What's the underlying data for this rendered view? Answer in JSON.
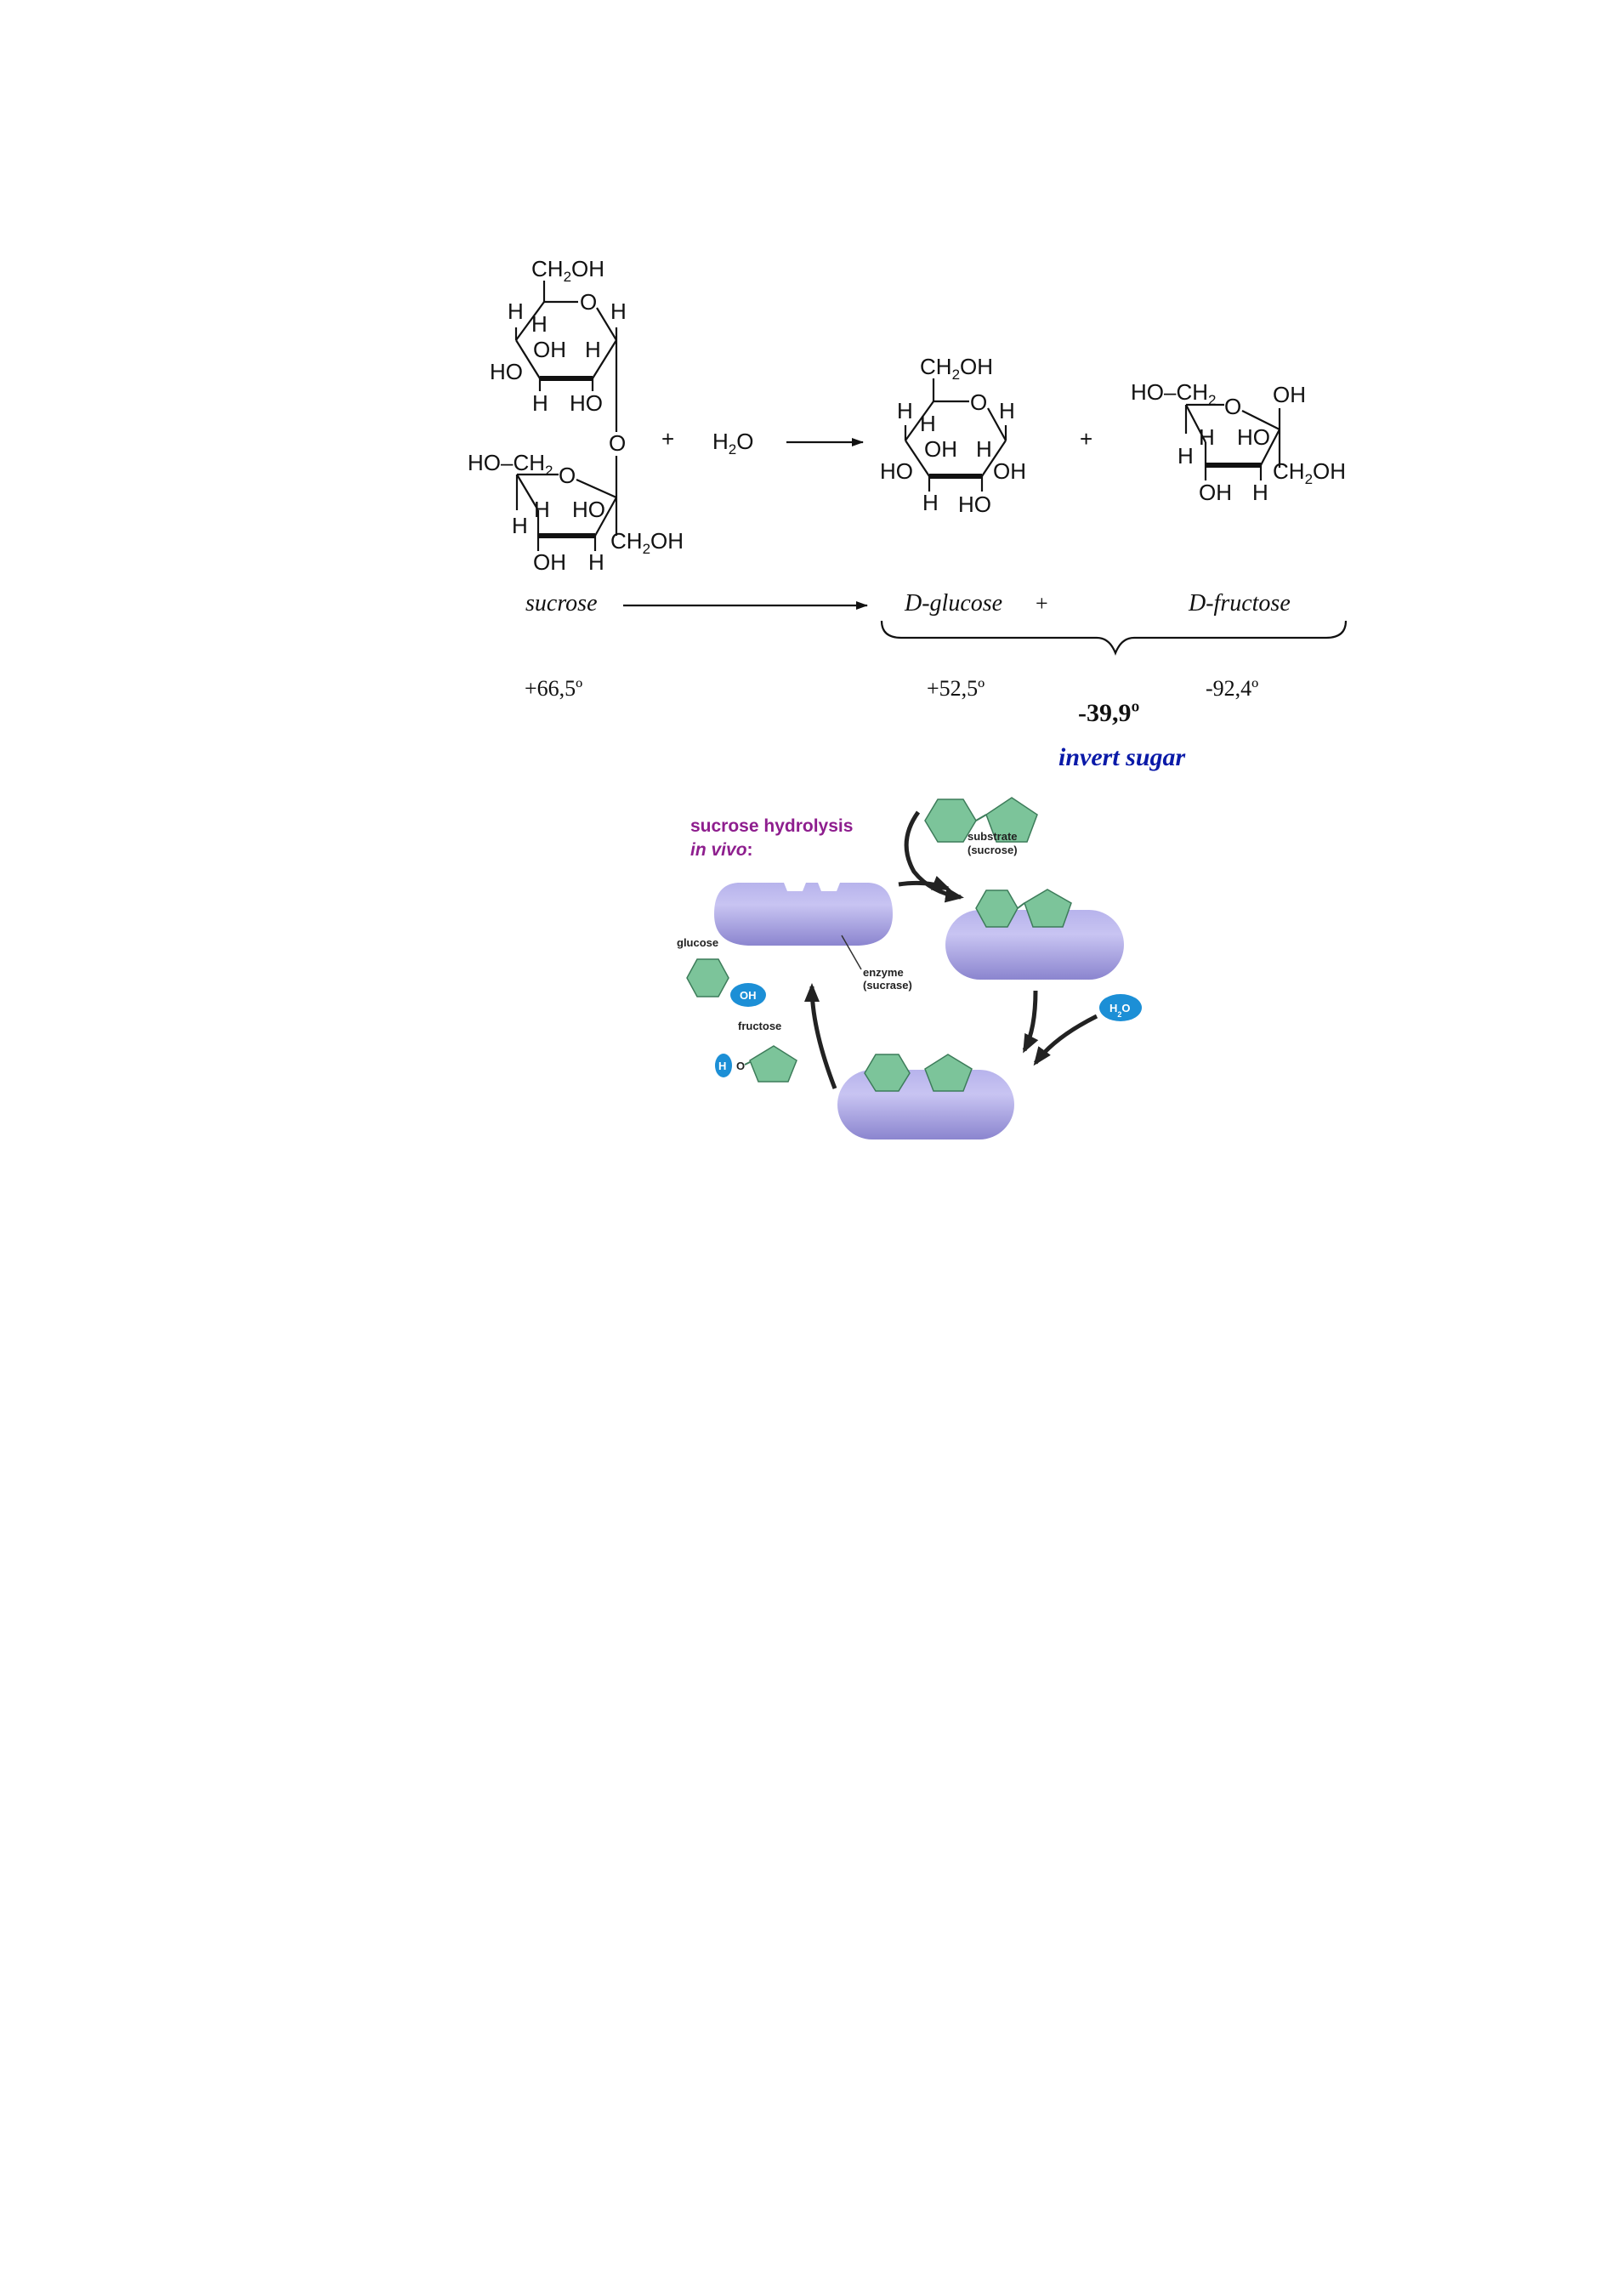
{
  "reaction": {
    "plus_1": "+",
    "water": "H2O",
    "plus_2": "+",
    "plus_3": "+"
  },
  "sucrose": {
    "glucose_ring": {
      "top_group": "CH2OH",
      "ring_o": "O",
      "h_left": "H",
      "h_inner": "H",
      "h_right": "H",
      "oh_inner": "OH",
      "h_mid": "H",
      "ho_left": "HO",
      "h_bottom": "H",
      "ho_bottom": "HO"
    },
    "bridge_o": "O",
    "fructose_ring": {
      "left_group": "HO–CH2",
      "ring_o": "O",
      "h_inner": "H",
      "ho_inner": "HO",
      "h_left": "H",
      "oh_bottom": "OH",
      "h_bottom": "H",
      "ch2oh": "CH2OH"
    }
  },
  "glucose": {
    "top_group": "CH2OH",
    "ring_o": "O",
    "h_left": "H",
    "h_inner": "H",
    "h_right": "H",
    "oh_inner": "OH",
    "h_mid": "H",
    "ho_left": "HO",
    "oh_right": "OH",
    "h_bottom": "H",
    "ho_bottom": "HO"
  },
  "fructose": {
    "left_group": "HO–CH2",
    "ring_o": "O",
    "oh_top": "OH",
    "h_inner": "H",
    "ho_inner": "HO",
    "h_left": "H",
    "ch2oh": "CH2OH",
    "oh_bottom": "OH",
    "h_bottom": "H"
  },
  "names": {
    "sucrose": "sucrose",
    "glucose": "D-glucose",
    "plus": "+",
    "fructose": "D-fructose"
  },
  "rotations": {
    "sucrose": "+66,5º",
    "glucose": "+52,5º",
    "fructose": "-92,4º",
    "invert": "-39,9º",
    "invert_label": "invert sugar"
  },
  "cycle": {
    "title_line1": "sucrose hydrolysis",
    "title_line2": "in vivo",
    "title_colon": ":",
    "substrate_line1": "substrate",
    "substrate_line2": "(sucrose)",
    "enzyme_line1": "enzyme",
    "enzyme_line2": "(sucrase)",
    "water": "H2O",
    "glucose": "glucose",
    "oh": "OH",
    "fructose": "fructose",
    "h": "H",
    "o": "O",
    "colors": {
      "enzyme": "#9b96dd",
      "sugar": "#7cc49a",
      "water": "#1c8fd6",
      "title": "#8e1e8e",
      "invert": "#0a1aa8"
    }
  }
}
